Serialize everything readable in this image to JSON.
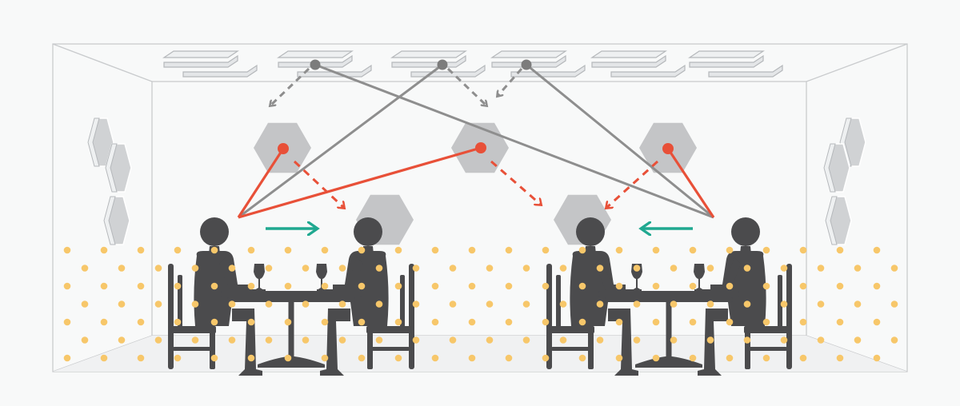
{
  "colors": {
    "background": "#f8f9f9",
    "room_outline": "#c9cbcd",
    "panel_fill": "#e4e6e8",
    "panel_edge": "#b5b8bb",
    "hexagon_fill": "#c4c5c7",
    "wall_hex_fill": "#d0d2d4",
    "gray_path": "#8e8e8e",
    "red_path": "#e85038",
    "teal_arrow": "#20a890",
    "people": "#4b4b4d",
    "dots": "#f7c76a"
  },
  "icons": {
    "ceiling_panel": "ceiling-panel-icon",
    "hexagon_panel": "hexagon-panel-icon",
    "wall_panel": "wall-hexagon-panel-icon",
    "person": "seated-person-icon",
    "table": "cafe-table-icon",
    "glass": "wine-glass-icon"
  },
  "scene": {
    "ceiling_panel_count": 6,
    "hexagon_panel_count": 5,
    "wall_panel_stacks": 2,
    "tables": 2,
    "diners": 4
  }
}
